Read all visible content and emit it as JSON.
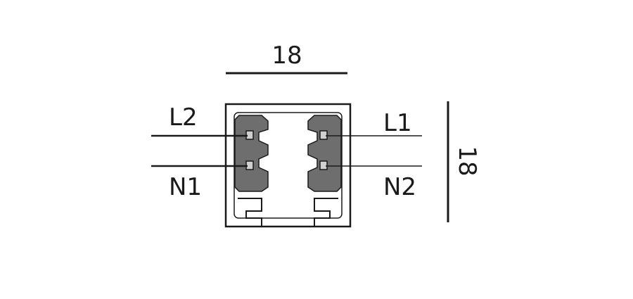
{
  "dimensions": {
    "width": "18",
    "height": "18"
  },
  "conductors": {
    "l1": "L1",
    "l2": "L2",
    "n1": "N1",
    "n2": "N2"
  },
  "colors": {
    "line": "#1a1a1a",
    "insulator": "#6e6e6e",
    "contact": "#d0d0d0",
    "background": "#ffffff"
  }
}
